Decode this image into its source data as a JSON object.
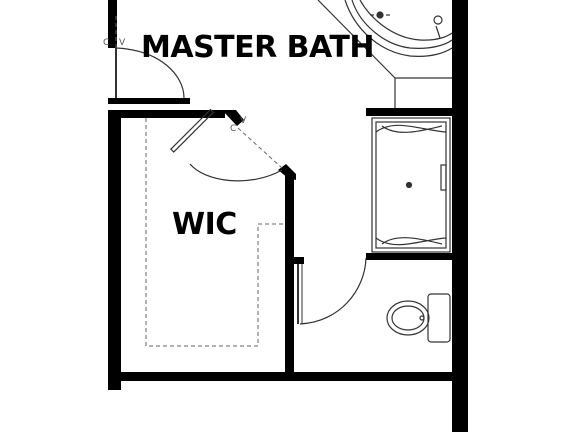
{
  "rooms": {
    "master_bath": "MASTER BATH",
    "wic": "WIC"
  },
  "door_markers": {
    "entry_v": "V",
    "entry_c": "C",
    "closet_v": "V",
    "closet_c": "C"
  },
  "colors": {
    "wall": "#000000",
    "fixture": "#333333",
    "dashed": "#666666"
  }
}
